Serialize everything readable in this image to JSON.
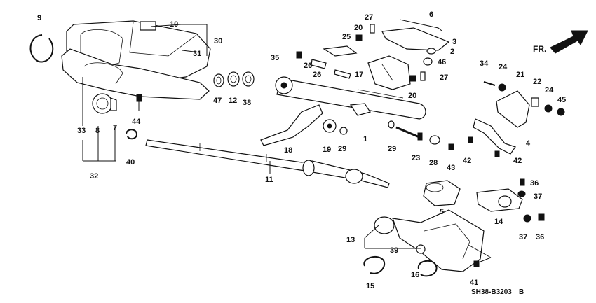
{
  "diagram": {
    "drawing_code": "SH38-B3203",
    "drawing_code_suffix": "B",
    "direction_label": "FR.",
    "callouts": [
      "1",
      "2",
      "3",
      "4",
      "5",
      "6",
      "7",
      "8",
      "9",
      "10",
      "11",
      "12",
      "13",
      "14",
      "15",
      "16",
      "17",
      "18",
      "19",
      "20",
      "20",
      "21",
      "22",
      "23",
      "24",
      "24",
      "25",
      "26",
      "26",
      "27",
      "27",
      "28",
      "29",
      "29",
      "30",
      "31",
      "32",
      "33",
      "34",
      "35",
      "36",
      "36",
      "37",
      "37",
      "38",
      "39",
      "40",
      "41",
      "42",
      "42",
      "43",
      "44",
      "45",
      "46",
      "47"
    ]
  }
}
